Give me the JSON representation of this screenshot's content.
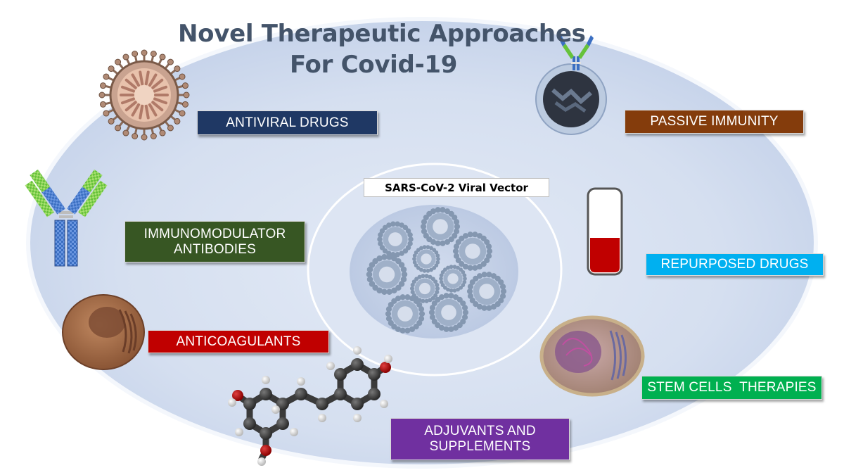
{
  "title": {
    "line1": "Novel Therapeutic Approaches",
    "line2": "For Covid-19"
  },
  "center": {
    "label": "SARS-CoV-2 Viral Vector"
  },
  "approaches": [
    {
      "id": "antiviral",
      "lines": [
        "ANTIVIRAL DRUGS"
      ],
      "color": "#1f3864",
      "icon": "coronavirus-icon"
    },
    {
      "id": "passive",
      "lines": [
        "PASSIVE IMMUNITY"
      ],
      "color": "#843c0c",
      "icon": "antibody-bound-cell-icon"
    },
    {
      "id": "immuno",
      "lines": [
        "IMMUNOMODULATOR",
        "ANTIBODIES"
      ],
      "color": "#375623",
      "icon": "antibody-icon"
    },
    {
      "id": "repurposed",
      "lines": [
        "REPURPOSED DRUGS"
      ],
      "color": "#00b0f0",
      "icon": "test-tube-icon"
    },
    {
      "id": "anticoag",
      "lines": [
        "ANTICOAGULANTS"
      ],
      "color": "#c00000",
      "icon": "blood-cell-icon"
    },
    {
      "id": "stem",
      "lines": [
        "STEM CELLS  THERAPIES"
      ],
      "color": "#00b050",
      "icon": "stem-cell-icon"
    },
    {
      "id": "adjuvants",
      "lines": [
        "ADJUVANTS AND",
        "SUPPLEMENTS"
      ],
      "color": "#7030a0",
      "icon": "molecule-icon"
    }
  ],
  "colors": {
    "title": "#44546a",
    "ellipse_fill": "#dae3f3",
    "virus_particle": "#8497b0"
  }
}
